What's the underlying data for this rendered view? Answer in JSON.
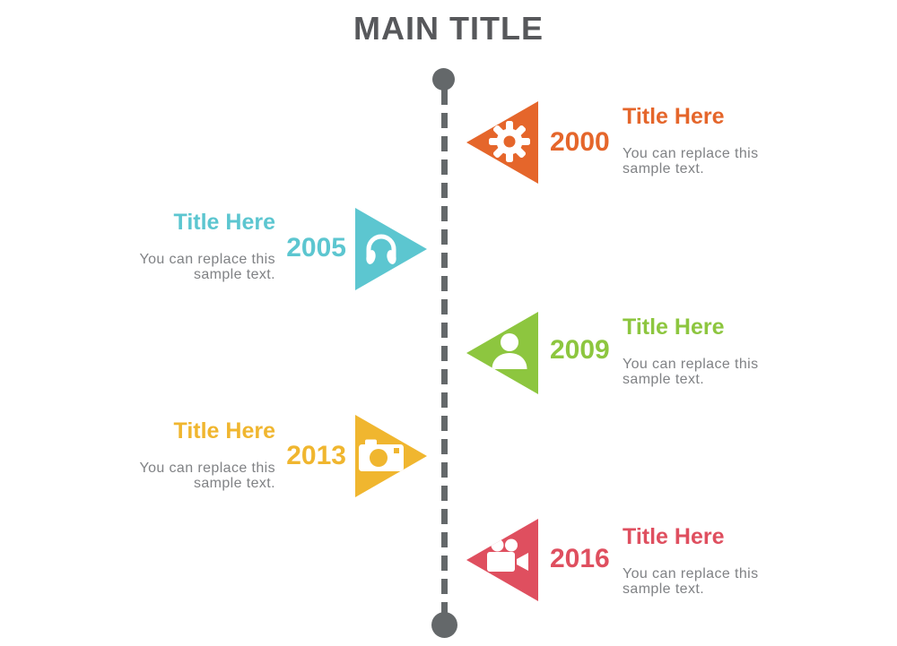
{
  "main_title": "MAIN TITLE",
  "colors": {
    "main_title": "#57585B",
    "timeline": "#64686A",
    "description_text": "#808285"
  },
  "milestones": [
    {
      "year": "2000",
      "side": "right",
      "color": "#E5662B",
      "icon": "gear-icon",
      "title": "Title Here",
      "description": "You can replace this sample text."
    },
    {
      "year": "2005",
      "side": "left",
      "color": "#5CC6D0",
      "icon": "headphones-icon",
      "title": "Title Here",
      "description": "You can replace this sample text."
    },
    {
      "year": "2009",
      "side": "right",
      "color": "#8DC63F",
      "icon": "person-icon",
      "title": "Title Here",
      "description": "You can replace this sample text."
    },
    {
      "year": "2013",
      "side": "left",
      "color": "#F0B62F",
      "icon": "camera-icon",
      "title": "Title Here",
      "description": "You can replace this sample text."
    },
    {
      "year": "2016",
      "side": "right",
      "color": "#DF4F5F",
      "icon": "video-camera-icon",
      "title": "Title Here",
      "description": "You can replace this sample text."
    }
  ]
}
